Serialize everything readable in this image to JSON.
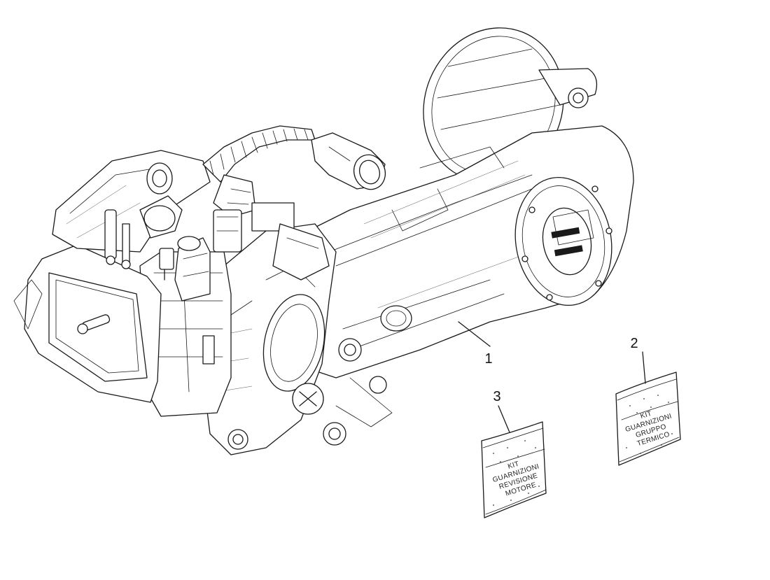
{
  "callouts": [
    {
      "id": "1",
      "label": "1"
    },
    {
      "id": "2",
      "label": "2"
    },
    {
      "id": "3",
      "label": "3"
    }
  ],
  "kit_bags": {
    "gruppo_termico": {
      "lines": [
        "KIT",
        "GUARNIZIONI",
        "GRUPPO",
        "TERMICO"
      ]
    },
    "revisione_motore": {
      "lines": [
        "KIT",
        "GUARNIZIONI",
        "REVISIONE",
        "MOTORE"
      ]
    }
  }
}
